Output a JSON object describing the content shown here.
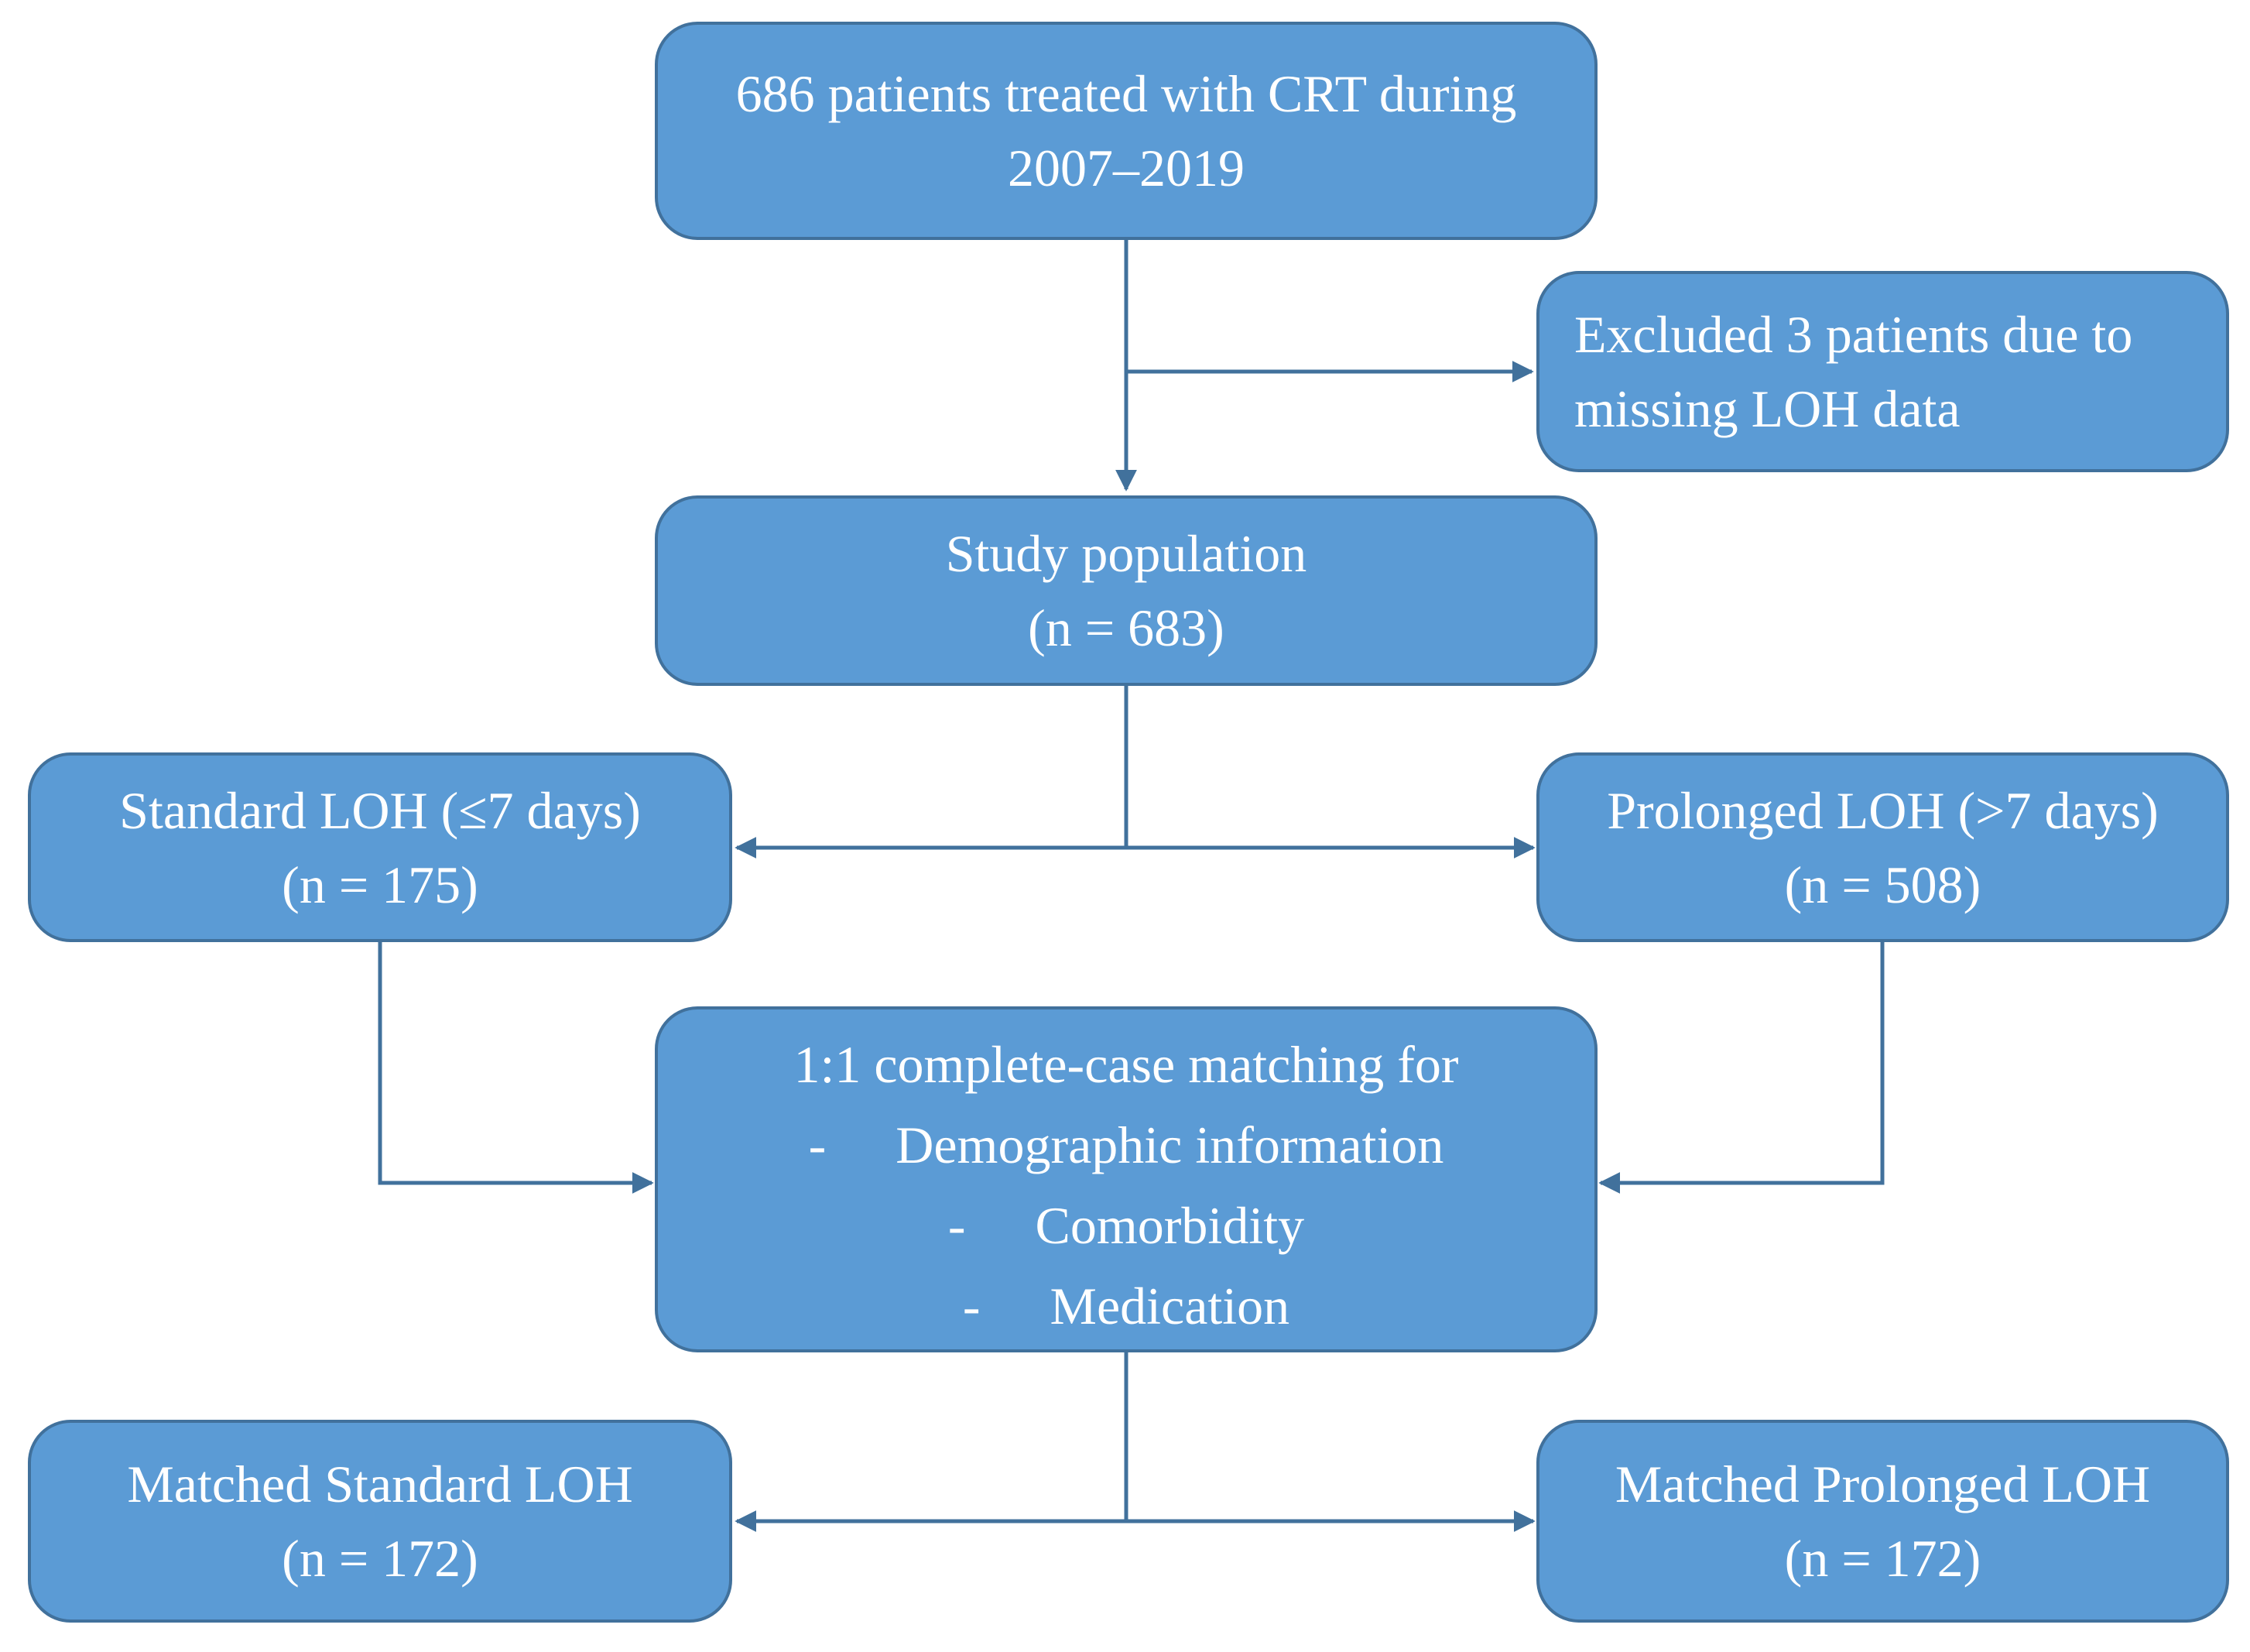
{
  "colors": {
    "box_fill": "#5B9BD5",
    "box_border": "#41719C",
    "connector": "#41719C",
    "box_text": "#FFFFFF",
    "background": "#FFFFFF"
  },
  "boxes": {
    "initial": {
      "lines": [
        "686 patients treated with CRT during",
        "2007–2019"
      ]
    },
    "excluded": {
      "lines": [
        "Excluded 3 patients due to",
        "missing LOH data"
      ]
    },
    "study": {
      "lines": [
        "Study population",
        "(n = 683)"
      ]
    },
    "standard_loh": {
      "lines": [
        "Standard LOH (≤7 days)",
        "(n = 175)"
      ]
    },
    "prolonged_loh": {
      "lines": [
        "Prolonged LOH (>7 days)",
        "(n = 508)"
      ]
    },
    "matching": {
      "heading": "1:1 complete-case matching for",
      "bullet": "-",
      "criteria": [
        "Demographic information",
        "Comorbidity",
        "Medication"
      ]
    },
    "matched_standard": {
      "lines": [
        "Matched Standard LOH",
        "(n = 172)"
      ]
    },
    "matched_prolonged": {
      "lines": [
        "Matched Prolonged LOH",
        "(n = 172)"
      ]
    }
  }
}
